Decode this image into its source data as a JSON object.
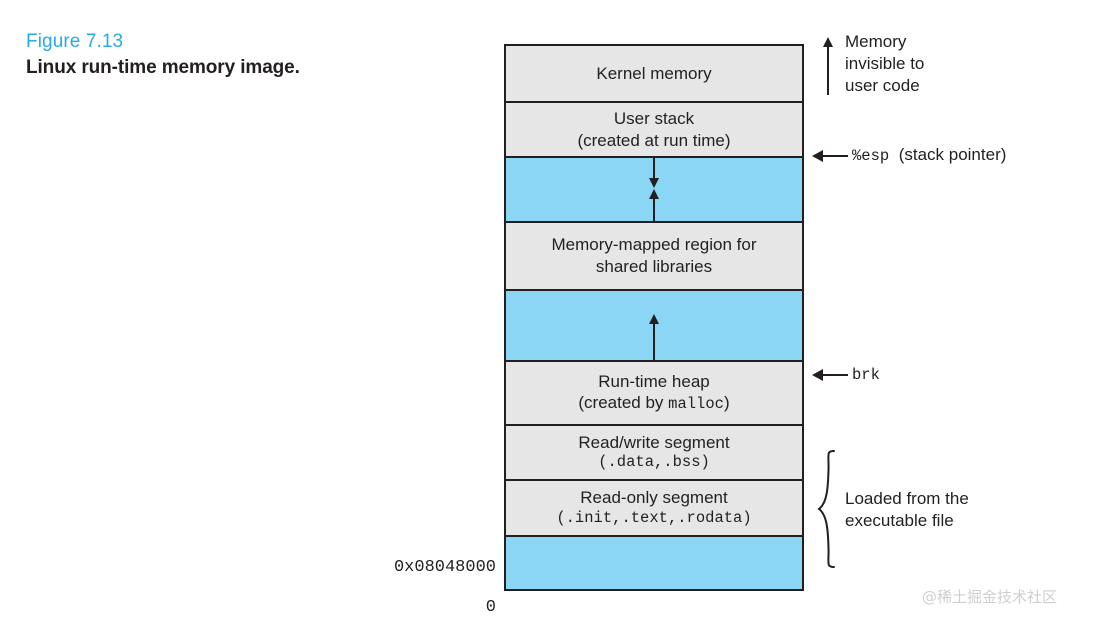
{
  "caption": {
    "figure_number": "Figure 7.13",
    "title": "Linux run-time memory image.",
    "accent_color": "#29abe2"
  },
  "colors": {
    "gray_band": "#e6e6e6",
    "blue_band": "#8bd5f5",
    "outline": "#231f20"
  },
  "diagram": {
    "bands": [
      {
        "id": "kernel-memory",
        "fill": "gray",
        "line1": "Kernel memory",
        "line2": ""
      },
      {
        "id": "user-stack",
        "fill": "gray",
        "line1": "User stack",
        "line2": "(created at run time)"
      },
      {
        "id": "stack-growth-gap",
        "fill": "blue",
        "line1": "",
        "line2": ""
      },
      {
        "id": "memory-mapped",
        "fill": "gray",
        "line1": "Memory-mapped region for",
        "line2": "shared libraries"
      },
      {
        "id": "heap-growth-gap",
        "fill": "blue",
        "line1": "",
        "line2": ""
      },
      {
        "id": "run-time-heap",
        "fill": "gray",
        "line1": "Run-time heap",
        "line2_pre": "(created by ",
        "line2_mono": "malloc",
        "line2_post": ")"
      },
      {
        "id": "read-write-segment",
        "fill": "gray",
        "line1": "Read/write segment",
        "line2_mono": "(.data,.bss)"
      },
      {
        "id": "read-only-segment",
        "fill": "gray",
        "line1": "Read-only segment",
        "line2_mono": "(.init,.text,.rodata)"
      },
      {
        "id": "reserved-bottom",
        "fill": "blue",
        "line1": "",
        "line2": ""
      }
    ]
  },
  "addresses": {
    "text_segment_start": "0x08048000",
    "zero": "0"
  },
  "annotations": {
    "kernel_note_line1": "Memory",
    "kernel_note_line2": "invisible to",
    "kernel_note_line3": "user code",
    "esp_label": "%esp",
    "esp_desc": "(stack pointer)",
    "brk_label": "brk",
    "loaded_line1": "Loaded from the",
    "loaded_line2": "executable file"
  },
  "watermark": "@稀土掘金技术社区"
}
